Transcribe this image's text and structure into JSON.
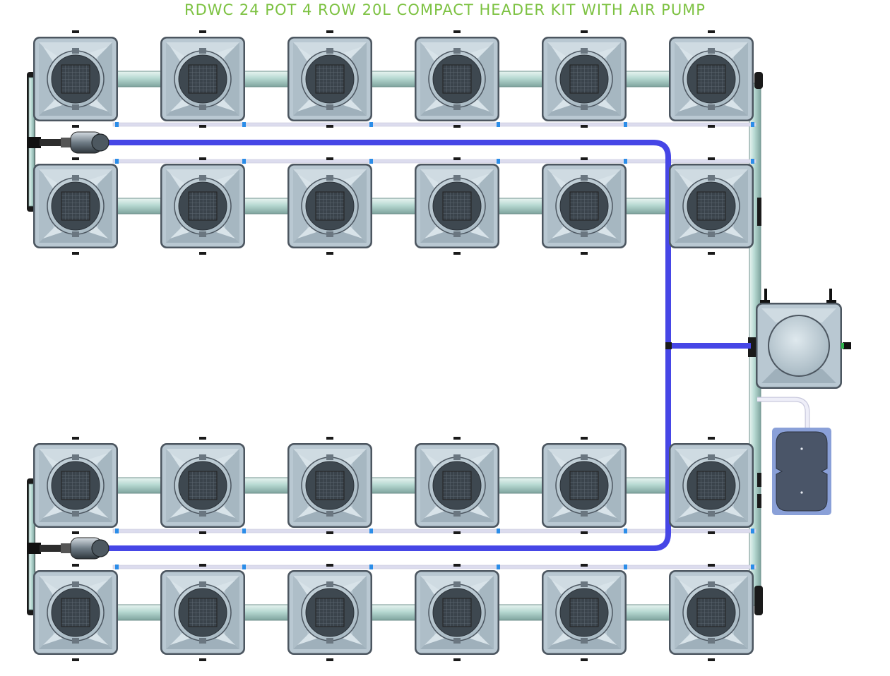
{
  "title": "RDWC 24 POT 4 ROW 20L COMPACT HEADER KIT WITH AIR PUMP",
  "pot_rows": [
    {
      "row": 1,
      "pots": 6
    },
    {
      "row": 2,
      "pots": 6
    },
    {
      "row": 3,
      "pots": 6
    },
    {
      "row": 4,
      "pots": 6
    }
  ],
  "header_tank": {
    "count": 1
  },
  "air_pump": {
    "count": 1
  },
  "pumps": {
    "count": 2
  },
  "colors": {
    "title": "#7dc242",
    "pot_body": "#b9c8d2",
    "pot_edge": "#4c5660",
    "pot_basket": "#3e4850",
    "pipe": "#b4d6cf",
    "pipe_edge": "#6f918c",
    "return_line": "#4646e6",
    "air_line": "#dcdcee",
    "air_pump": "#4a5568",
    "air_pump_border": "#8aa0d8"
  }
}
